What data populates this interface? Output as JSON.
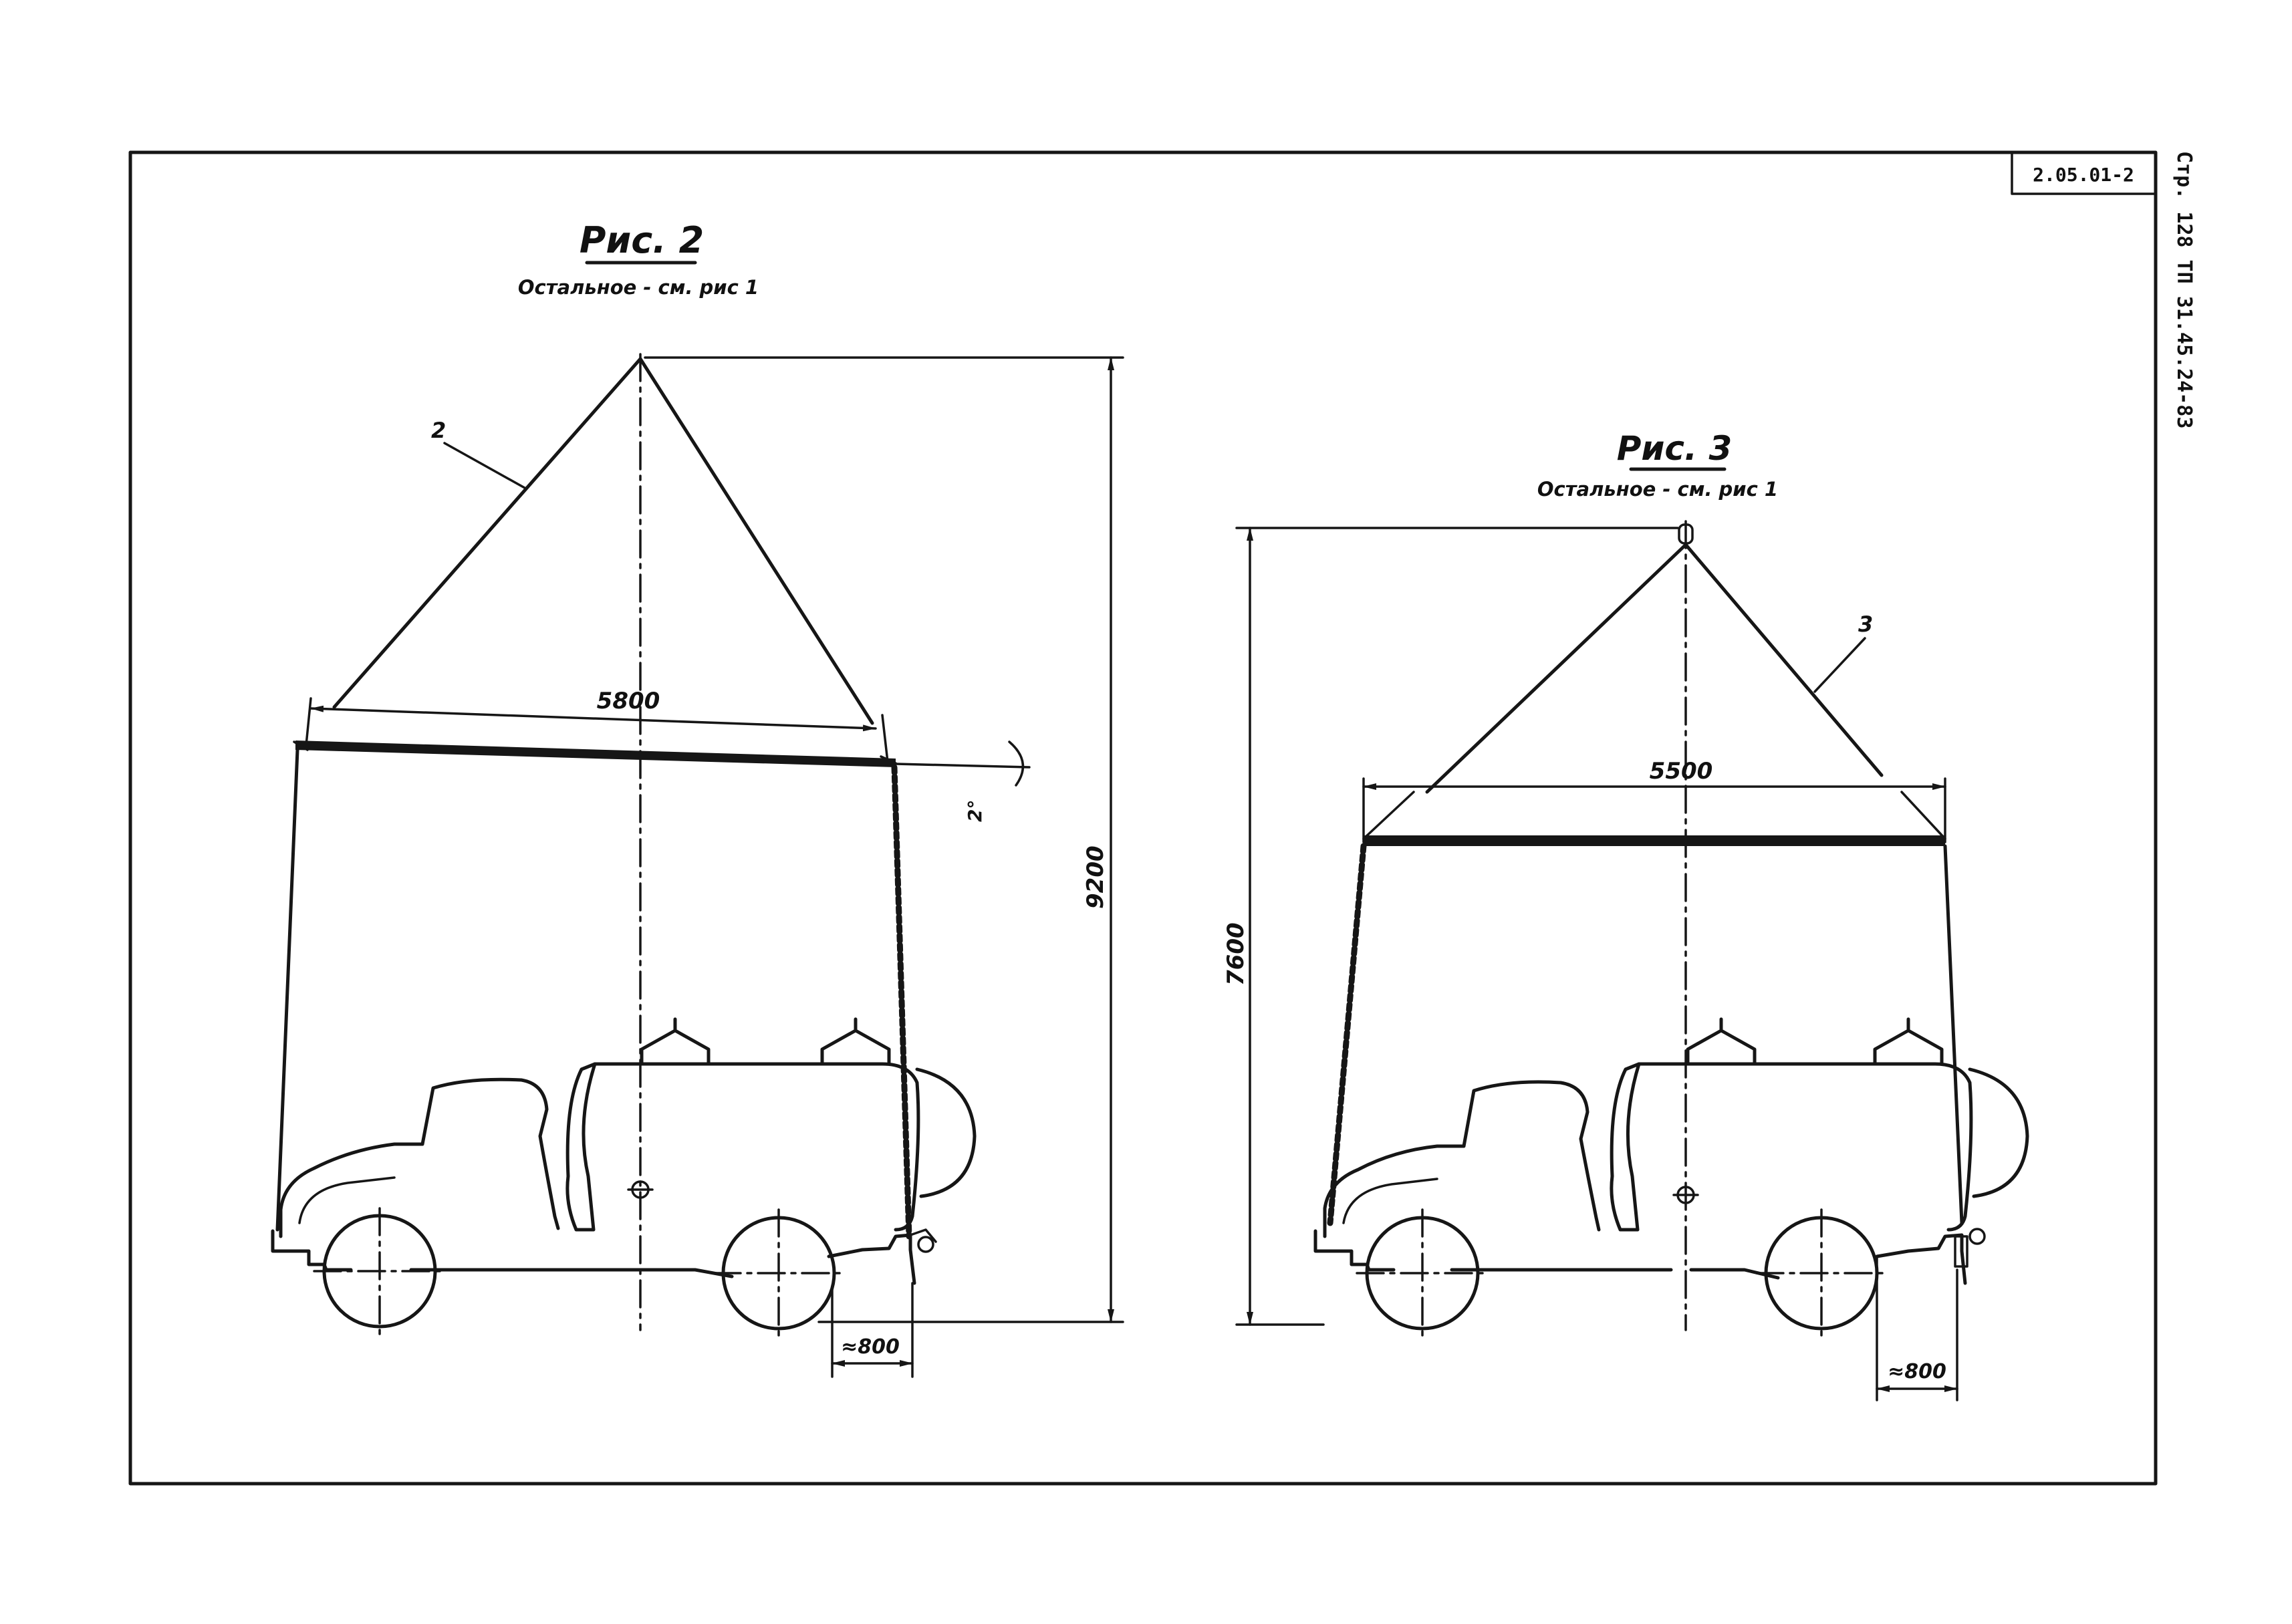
{
  "sheet": {
    "stamp": "2.05.01-2",
    "side_note": "Стр. 128 ТП 31.45.24-83"
  },
  "fig2": {
    "title": "Рис. 2",
    "subtitle": "Остальное - см. рис 1",
    "sling_label": "2",
    "beam_length": "5800",
    "tilt_angle": "2°",
    "total_height": "9200",
    "overhang": "≈800"
  },
  "fig3": {
    "title": "Рис. 3",
    "subtitle": "Остальное - см. рис 1",
    "sling_label": "3",
    "beam_length": "5500",
    "total_height": "7600",
    "overhang": "≈800"
  }
}
